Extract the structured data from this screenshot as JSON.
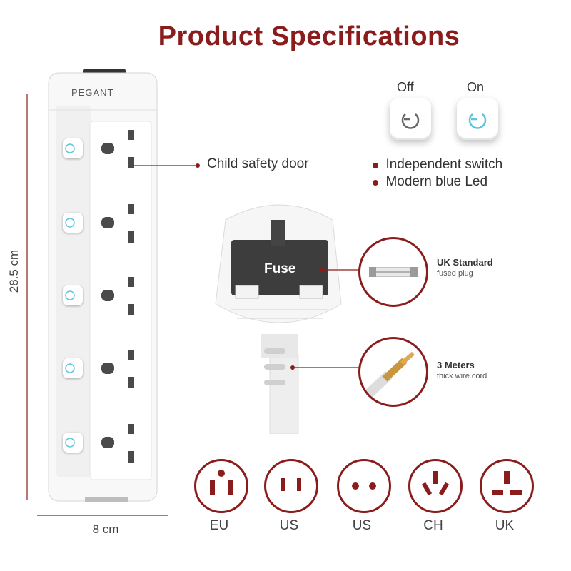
{
  "title": "Product Specifications",
  "brand": "PEGANT",
  "dimensions": {
    "height": "28.5 cm",
    "width": "8 cm"
  },
  "switch_states": {
    "off": "Off",
    "on": "On"
  },
  "callouts": {
    "child_safety": "Child safety door",
    "independent_switch": "Independent switch",
    "blue_led": "Modern blue Led"
  },
  "plug": {
    "fuse_label": "Fuse"
  },
  "details": [
    {
      "title": "UK Standard",
      "subtitle": "fused plug"
    },
    {
      "title": "3 Meters",
      "subtitle": "thick wire cord"
    }
  ],
  "plug_types": [
    "EU",
    "US",
    "US",
    "CH",
    "UK"
  ],
  "colors": {
    "accent": "#8a1c1c",
    "led": "#5cc3e0"
  }
}
